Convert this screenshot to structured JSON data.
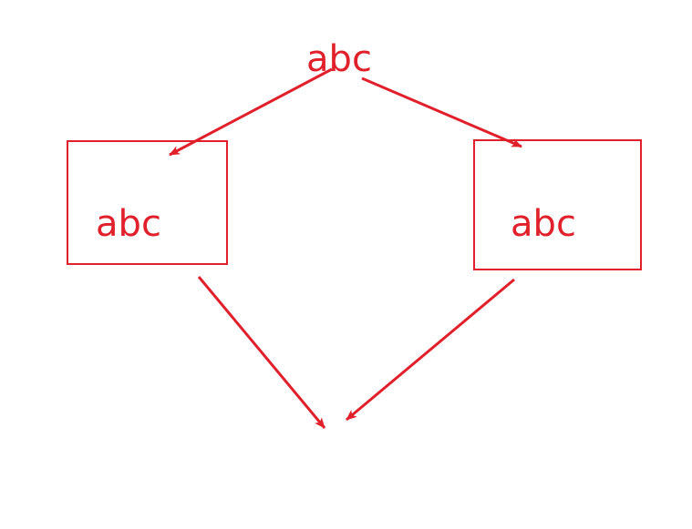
{
  "theme": {
    "stroke_color": "#e0202a",
    "text_color": "#e0202a",
    "background": "#ffffff"
  },
  "labels": {
    "top": "abc",
    "left_box": "abc",
    "right_box": "abc"
  }
}
